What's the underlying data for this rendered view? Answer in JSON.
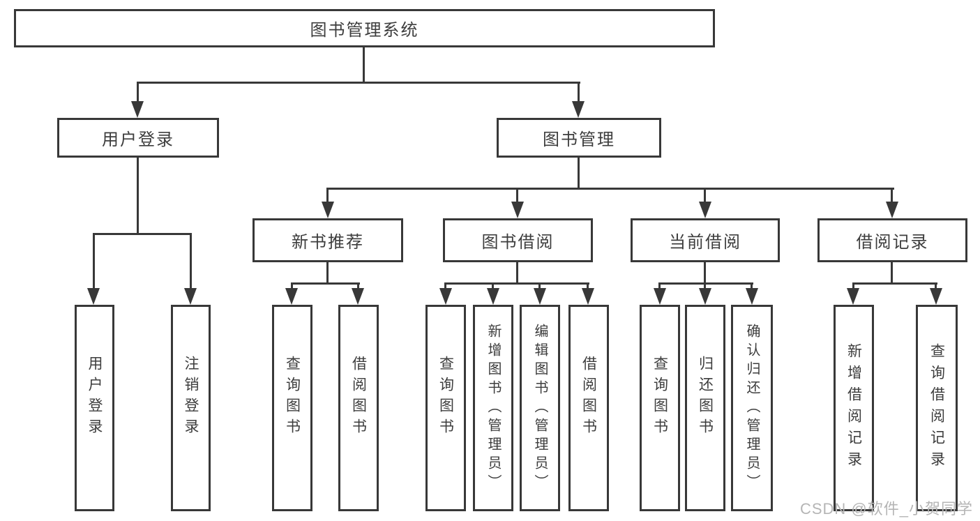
{
  "diagram": {
    "root": {
      "label": "图书管理系统"
    },
    "branches": [
      {
        "label": "用户登录",
        "children": [
          {
            "label": "用户登录"
          },
          {
            "label": "注销登录"
          }
        ]
      },
      {
        "label": "图书管理",
        "groups": [
          {
            "label": "新书推荐",
            "children": [
              {
                "label": "查询图书"
              },
              {
                "label": "借阅图书"
              }
            ]
          },
          {
            "label": "图书借阅",
            "children": [
              {
                "label": "查询图书"
              },
              {
                "label": "新增图书（管理员）"
              },
              {
                "label": "编辑图书（管理员）"
              },
              {
                "label": "借阅图书"
              }
            ]
          },
          {
            "label": "当前借阅",
            "children": [
              {
                "label": "查询图书"
              },
              {
                "label": "归还图书"
              },
              {
                "label": "确认归还（管理员）"
              }
            ]
          },
          {
            "label": "借阅记录",
            "children": [
              {
                "label": "新增借阅记录"
              },
              {
                "label": "查询借阅记录"
              }
            ]
          }
        ]
      }
    ]
  },
  "watermark": {
    "text": "CSDN @软件_小贺同学"
  },
  "colors": {
    "line": "#383838",
    "text": "#3d3d3d",
    "background": "#ffffff",
    "watermark": "#b5b5b5"
  }
}
